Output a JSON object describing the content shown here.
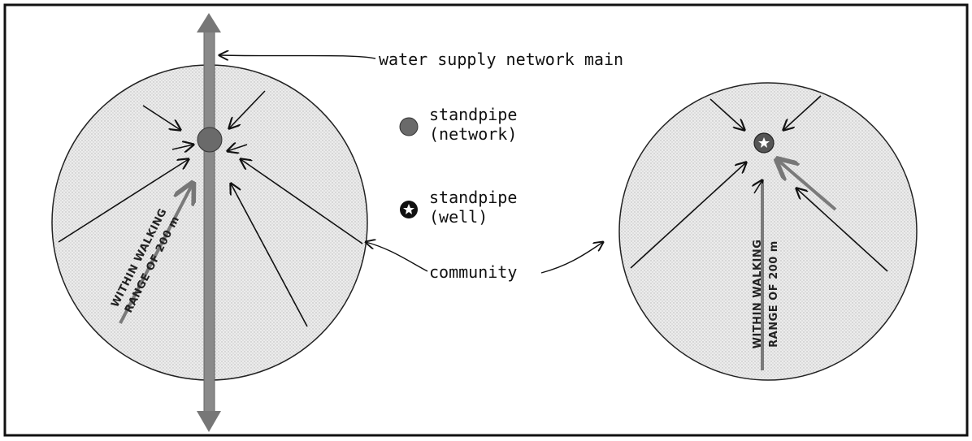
{
  "labels": {
    "main": "water supply network main",
    "standpipe_network": [
      "standpipe",
      "(network)"
    ],
    "standpipe_well": [
      "standpipe",
      "(well)"
    ],
    "community": "community"
  },
  "handwritten": {
    "left": [
      "WITHIN WALKING",
      "RANGE OF 200 m"
    ],
    "right": [
      "WITHIN WALKING",
      "RANGE OF 200 m"
    ]
  },
  "colors": {
    "circle_fill": "#e4e4e4",
    "pipe": "#8a8a8a",
    "arrow": "#111111",
    "ink": "#111111"
  }
}
